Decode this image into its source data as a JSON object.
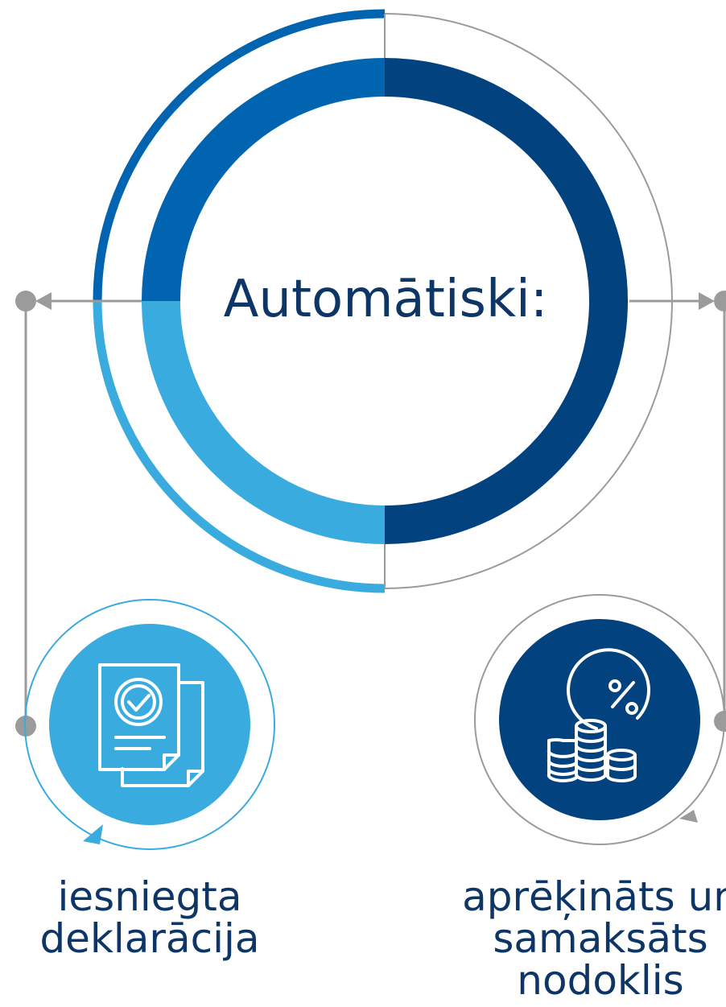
{
  "center": {
    "title": "Automātiski:"
  },
  "items": [
    {
      "icon": "document-check-icon",
      "lines": [
        "iesniegta",
        "deklarācija"
      ],
      "color": "#3aabdf"
    },
    {
      "icon": "coins-percent-icon",
      "lines": [
        "aprēķināts un",
        "samaksāts",
        "nodoklis"
      ],
      "color": "#02427f"
    }
  ],
  "colors": {
    "dark_blue": "#02427f",
    "mid_blue": "#0064b0",
    "light_blue": "#3aabdf",
    "gray": "#9b9b9b",
    "text": "#0d3566"
  }
}
